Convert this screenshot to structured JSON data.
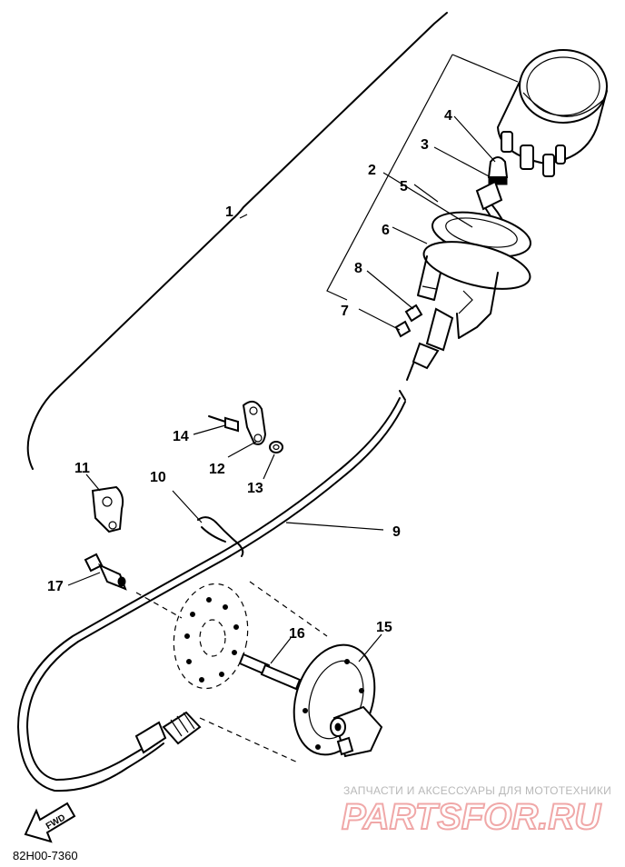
{
  "callouts": {
    "c1": "1",
    "c2": "2",
    "c3": "3",
    "c4": "4",
    "c5": "5",
    "c6": "6",
    "c7": "7",
    "c8": "8",
    "c9": "9",
    "c10": "10",
    "c11": "11",
    "c12": "12",
    "c13": "13",
    "c14": "14",
    "c15": "15",
    "c16": "16",
    "c17": "17"
  },
  "fwd_label": "FWD",
  "diagram_code": "82H00-7360",
  "watermark": {
    "caption": "ЗАПЧАСТИ И АКСЕССУАРЫ ДЛЯ МОТОТЕХНИКИ",
    "logo": "PARTSFOR.RU"
  },
  "colors": {
    "ink": "#000000",
    "watermark_logo": "#f0a8a8",
    "watermark_caption": "#b8b8b8"
  }
}
